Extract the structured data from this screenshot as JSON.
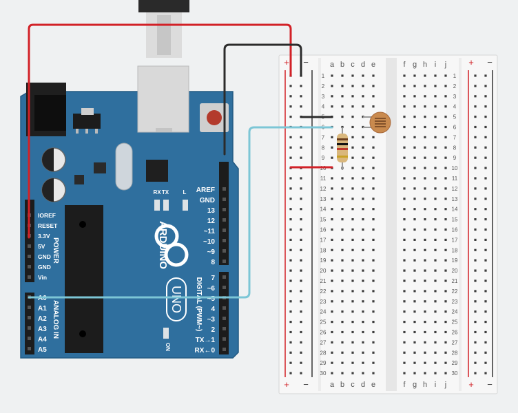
{
  "board": {
    "brand": "ARDUINO",
    "model": "UNO",
    "crystal_label": "",
    "led_labels": [
      "RX",
      "TX",
      "L"
    ],
    "on_label": "ON",
    "power_header_title": "POWER",
    "analog_header_title": "ANALOG IN",
    "digital_header_title": "DIGITAL (PWM~)",
    "power_pins": [
      "IOREF",
      "RESET",
      "3.3V",
      "5V",
      "GND",
      "GND",
      "Vin"
    ],
    "analog_pins": [
      "A0",
      "A1",
      "A2",
      "A3",
      "A4",
      "A5"
    ],
    "digital_upper_pins": [
      "AREF",
      "GND",
      "13",
      "12",
      "~11",
      "~10",
      "~9",
      "8"
    ],
    "digital_lower_pins": [
      "7",
      "~6",
      "~5",
      "4",
      "~3",
      "2",
      "TX→1",
      "RX←0"
    ]
  },
  "breadboard": {
    "columns_left": [
      "a",
      "b",
      "c",
      "d",
      "e"
    ],
    "columns_right": [
      "f",
      "g",
      "h",
      "i",
      "j"
    ],
    "rows": 30,
    "rail_plus": "+",
    "rail_minus": "−"
  },
  "components": {
    "resistor": "resistor",
    "photoresistor": "photoresistor"
  },
  "colors": {
    "board": "#2f6f9e",
    "wire_red": "#d22127",
    "wire_black": "#2b2b2b",
    "wire_blue": "#7cc6d6"
  }
}
